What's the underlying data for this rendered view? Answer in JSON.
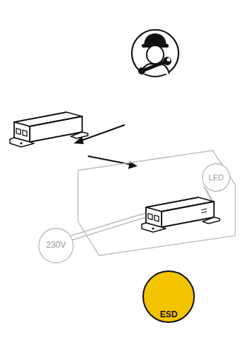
{
  "diagram": {
    "nodes": [
      {
        "text": [
          "LED"
        ]
      },
      {
        "text": [
          "230V"
        ]
      },
      {
        "text": [
          "ESD"
        ]
      }
    ]
  }
}
